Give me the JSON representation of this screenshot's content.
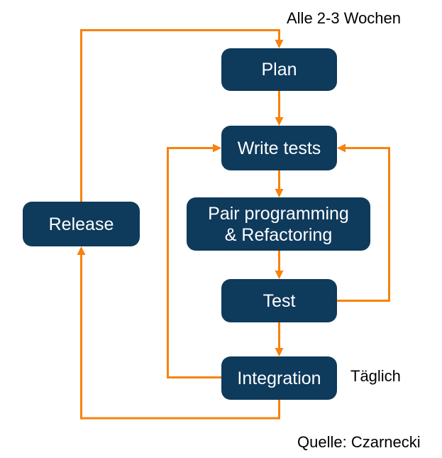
{
  "diagram": {
    "boxes": {
      "plan": {
        "label": "Plan"
      },
      "write_tests": {
        "label": "Write tests"
      },
      "pair": {
        "label": "Pair programming\n& Refactoring"
      },
      "test": {
        "label": "Test"
      },
      "integration": {
        "label": "Integration"
      },
      "release": {
        "label": "Release"
      }
    },
    "annotations": {
      "cycle": "Alle 2-3 Wochen",
      "daily": "Täglich",
      "source": "Quelle: Czarnecki"
    },
    "edges": [
      {
        "from": "Plan",
        "to": "Write tests"
      },
      {
        "from": "Write tests",
        "to": "Pair programming & Refactoring"
      },
      {
        "from": "Pair programming & Refactoring",
        "to": "Test"
      },
      {
        "from": "Test",
        "to": "Integration"
      },
      {
        "from": "Test",
        "to": "Write tests"
      },
      {
        "from": "Integration",
        "to": "Write tests"
      },
      {
        "from": "Integration",
        "to": "Release",
        "label": "Täglich"
      },
      {
        "from": "Release",
        "to": "Plan",
        "label": "Alle 2-3 Wochen"
      }
    ],
    "colors": {
      "box_fill": "#0E3A5C",
      "box_text": "#FFFFFF",
      "arrow": "#F8820D",
      "annotation_text": "#000000"
    }
  }
}
